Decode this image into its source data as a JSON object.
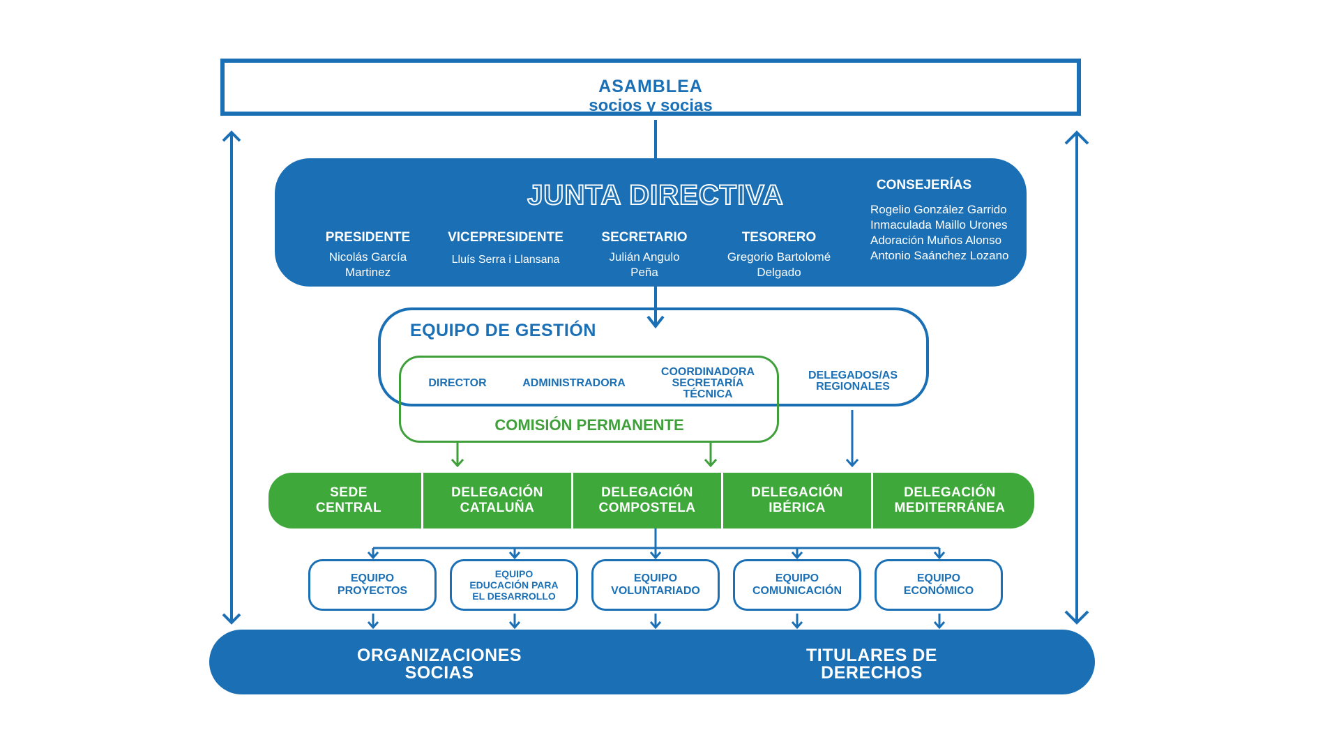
{
  "asamblea": {
    "line1": "ASAMBLEA",
    "line2": "socios y socias"
  },
  "junta": {
    "title": "JUNTA DIRECTIVA",
    "roles": [
      {
        "role": "PRESIDENTE",
        "name1": "Nicolás García",
        "name2": "Martinez"
      },
      {
        "role": "VICEPRESIDENTE",
        "name1": "Lluís Serra i Llansana",
        "name2": ""
      },
      {
        "role": "SECRETARIO",
        "name1": "Julián Angulo",
        "name2": "Peña"
      },
      {
        "role": "TESORERO",
        "name1": "Gregorio Bartolomé",
        "name2": "Delgado"
      }
    ],
    "consejerias_title": "CONSEJERÍAS",
    "consejerias": [
      "Rogelio González Garrido",
      "Inmaculada Maillo Urones",
      "Adoración Muños Alonso",
      "Antonio Saánchez Lozano"
    ]
  },
  "equipo": {
    "title": "EQUIPO DE GESTIÓN",
    "director": "DIRECTOR",
    "administradora": "ADMINISTRADORA",
    "coordinadora": [
      "COORDINADORA",
      "SECRETARÍA",
      "TÉCNICA"
    ],
    "delegados": [
      "DELEGADOS/AS",
      "REGIONALES"
    ],
    "comision": "COMISIÓN PERMANENTE"
  },
  "delegaciones": [
    [
      "SEDE",
      "CENTRAL"
    ],
    [
      "DELEGACIÓN",
      "CATALUÑA"
    ],
    [
      "DELEGACIÓN",
      "COMPOSTELA"
    ],
    [
      "DELEGACIÓN",
      "IBÉRICA"
    ],
    [
      "DELEGACIÓN",
      "MEDITERRÁNEA"
    ]
  ],
  "equipos": [
    "EQUIPO\nPROYECTOS",
    "EQUIPO\nEDUCACIÓN PARA\nEL DESARROLLO",
    "EQUIPO\nVOLUNTARIADO",
    "EQUIPO\nCOMUNICACIÓN",
    "EQUIPO\nECONÓMICO"
  ],
  "bottom": {
    "left": [
      "ORGANIZACIONES",
      "SOCIAS"
    ],
    "right": [
      "TITULARES DE",
      "DERECHOS"
    ]
  },
  "colors": {
    "blue": "#1a6fb5",
    "green": "#3ea83a"
  }
}
